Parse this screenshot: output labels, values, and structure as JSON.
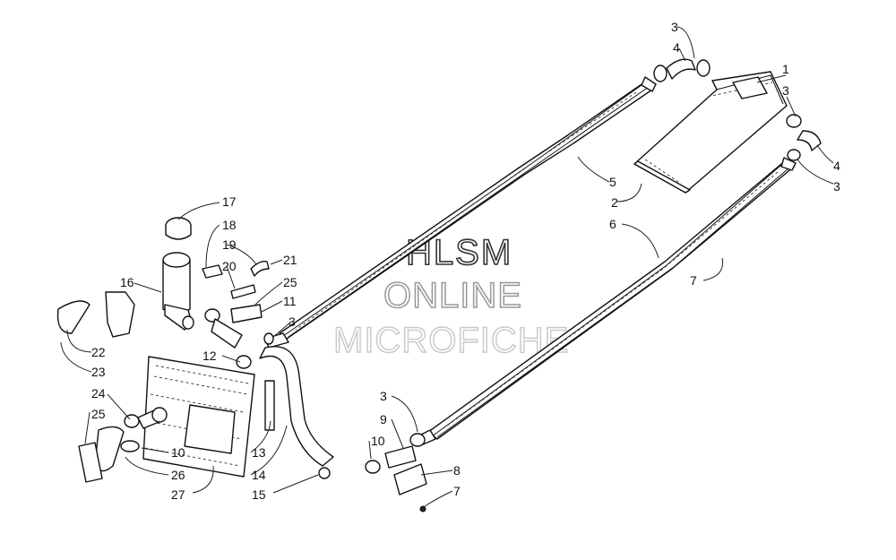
{
  "watermark": {
    "line1": "HLSM",
    "line2": "ONLINE",
    "line3": "MICROFICHE"
  },
  "callouts": {
    "c1": "1",
    "c2": "2",
    "c3a": "3",
    "c4a": "4",
    "c3b": "3",
    "c4b": "4",
    "c3c": "3",
    "c5": "5",
    "c6": "6",
    "c7a": "7",
    "c17": "17",
    "c18": "18",
    "c19": "19",
    "c20": "20",
    "c21": "21",
    "c25a": "25",
    "c11": "11",
    "c3d": "3",
    "c16": "16",
    "c12": "12",
    "c22": "22",
    "c23": "23",
    "c24": "24",
    "c25b": "25",
    "c10a": "10",
    "c26": "26",
    "c27": "27",
    "c13": "13",
    "c14": "14",
    "c15": "15",
    "c3e": "3",
    "c9": "9",
    "c10b": "10",
    "c8": "8",
    "c7b": "7"
  }
}
